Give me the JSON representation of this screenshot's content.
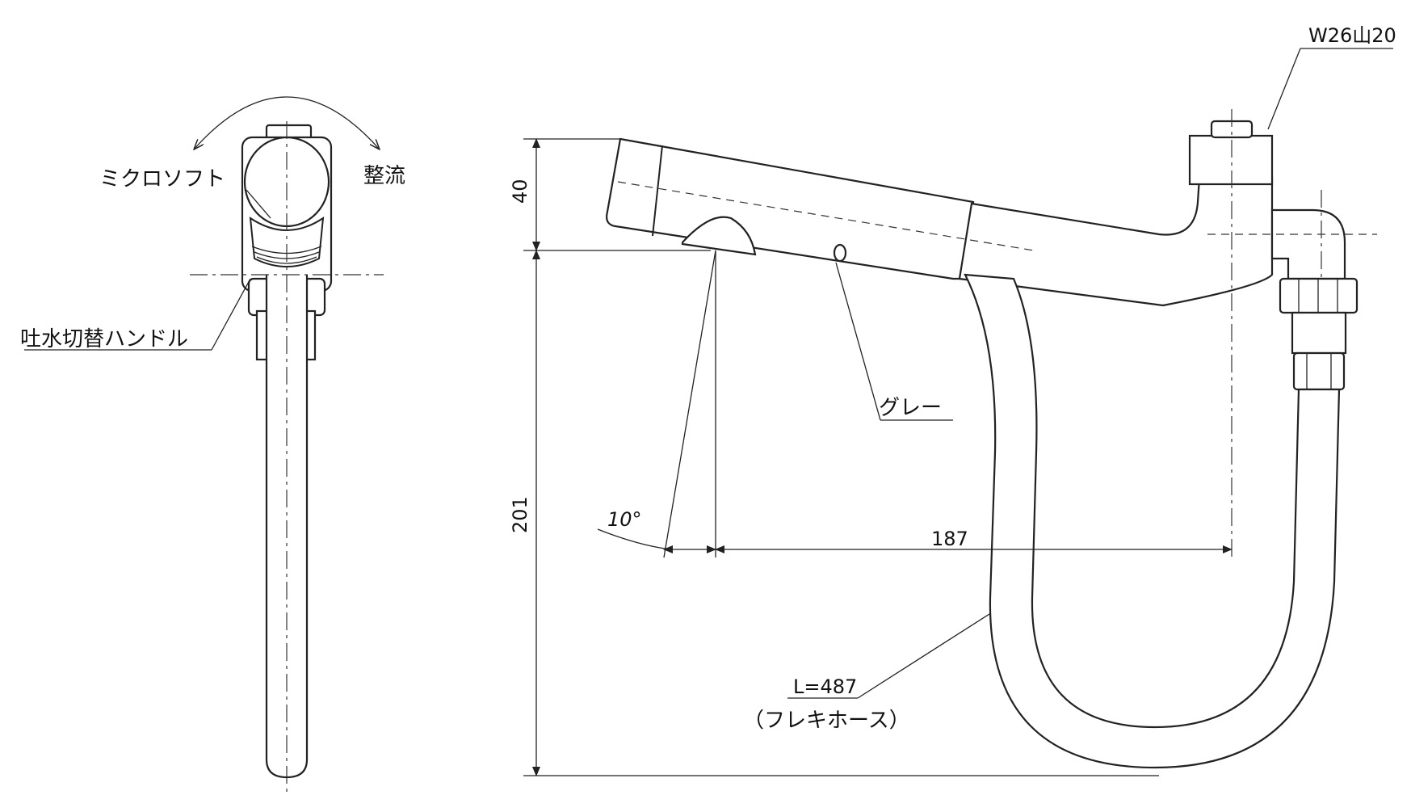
{
  "labels": {
    "micro_soft": "ミクロソフト",
    "seiryu": "整流",
    "handle": "吐水切替ハンドル",
    "gray": "グレー",
    "thread": "W26山20",
    "hose_length": "L=487",
    "hose_type": "（フレキホース）"
  },
  "dimensions": {
    "height_top": "40",
    "height_main": "201",
    "reach": "187",
    "angle": "10°"
  }
}
